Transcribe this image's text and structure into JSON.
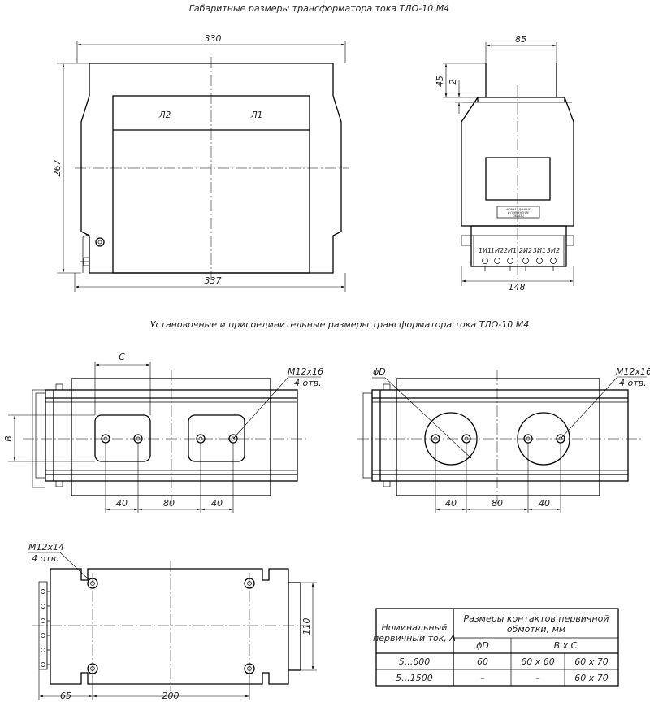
{
  "titles": {
    "overall": "Габаритные размеры трансформатора тока ТЛО-10 М4",
    "mounting": "Установочные и присоединительные размеры трансформатора тока ТЛО-10 М4"
  },
  "front_view": {
    "dim_width_top": "330",
    "dim_width_bottom": "337",
    "dim_height": "267",
    "terminal_left": "Л2",
    "terminal_right": "Л1"
  },
  "side_view": {
    "dim_top_width": "85",
    "dim_45": "45",
    "dim_2": "2",
    "dim_bottom_width": "148",
    "plate_text": [
      "ФОРМАТ ДАННЫХ",
      "И ПРИМЕНЕНИЕ",
      "ОБРАЗЦ"
    ],
    "terminals": [
      "1И1",
      "1И2",
      "2И1",
      "2И2",
      "3И1",
      "3И2"
    ]
  },
  "rect_contacts": {
    "dim_c": "C",
    "dim_b": "B",
    "hole_label": "M12x16",
    "hole_count": "4 отв.",
    "dims": [
      "40",
      "80",
      "40"
    ]
  },
  "round_contacts": {
    "dim_d": "ϕD",
    "hole_label": "M12x16",
    "hole_count": "4 отв.",
    "dims": [
      "40",
      "80",
      "40"
    ]
  },
  "bottom_view": {
    "hole_label": "M12x14",
    "hole_count": "4 отв.",
    "dim_65": "65",
    "dim_200": "200",
    "dim_110": "110"
  },
  "table": {
    "col1_header": "Номинальный первичный ток, А",
    "col1_header_l1": "Номинальный",
    "col1_header_l2": "первичный ток, А",
    "col2_header": "Размеры контактов первичной обмотки, мм",
    "col2_header_l1": "Размеры контактов первичной",
    "col2_header_l2": "обмотки, мм",
    "sub_d": "ϕD",
    "sub_bxc": "B x C",
    "rows": [
      {
        "current": "5...600",
        "d": "60",
        "b1": "60 x 60",
        "b2": "60 x 70"
      },
      {
        "current": "5...1500",
        "d": "–",
        "b1": "–",
        "b2": "60 x 70"
      }
    ]
  }
}
